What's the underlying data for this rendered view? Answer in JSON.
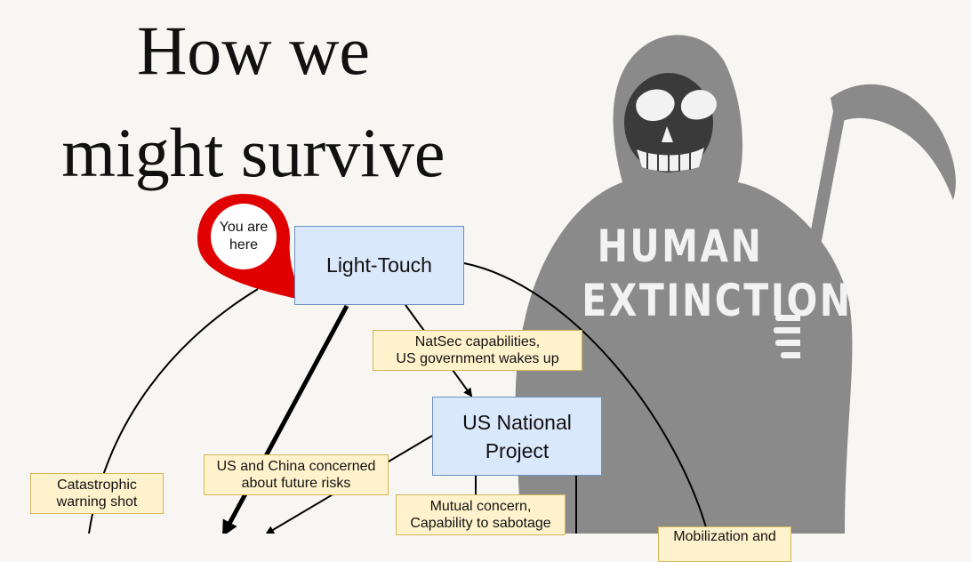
{
  "title": {
    "line1": "How we",
    "line2": "might survive"
  },
  "marker": {
    "text": "You are\nhere",
    "color": "#e00000",
    "icon": "location-pin-icon"
  },
  "illustration": {
    "icon": "grim-reaper-icon",
    "line1": "HUMAN",
    "line2": "EXTINCTION",
    "color": "#8a8a8a"
  },
  "nodes": {
    "light_touch": "Light-Touch",
    "us_national_project": "US National\nProject"
  },
  "edge_labels": {
    "natsec": "NatSec capabilities,\nUS government wakes up",
    "us_china": "US and China concerned\nabout future risks",
    "catastrophic": "Catastrophic\nwarning shot",
    "mutual": "Mutual concern,\nCapability to sabotage",
    "mobilization": "Mobilization and"
  },
  "colors": {
    "node_fill": "#dae8fc",
    "node_border": "#6c8ebf",
    "label_fill": "#fff2cc",
    "label_border": "#d6b656"
  }
}
